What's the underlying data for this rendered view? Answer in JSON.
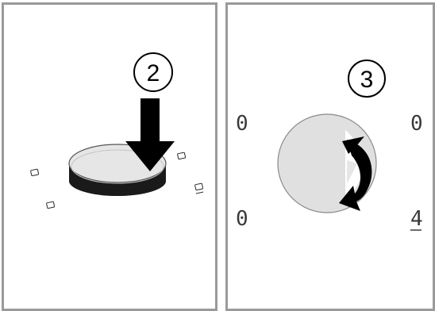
{
  "steps": {
    "left": {
      "number": "2"
    },
    "right": {
      "number": "3"
    }
  },
  "displays": {
    "right_top_left": "0",
    "right_top_right": "0",
    "right_bottom_left": "0",
    "right_bottom_right": "4"
  },
  "icons": {
    "press_arrow": "down-arrow-icon",
    "rotate_arrow": "rotate-arrow-icon"
  },
  "colors": {
    "panel_border": "#9a9a9a",
    "knob_fill": "#e0e0e0",
    "knob_edge": "#1a1a1a",
    "arrow": "#000000"
  }
}
